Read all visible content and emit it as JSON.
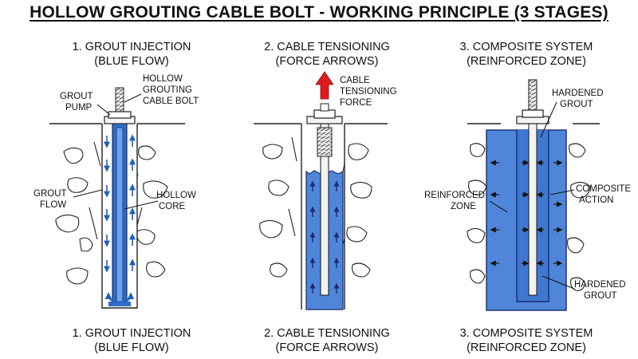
{
  "title": "HOLLOW GROUTING CABLE BOLT - WORKING PRINCIPLE (3 STAGES)",
  "colors": {
    "grout_blue": "#4f86d9",
    "flow_blue": "#1f5fbf",
    "tension_red": "#e01b1b",
    "line": "#222222"
  },
  "stages": [
    {
      "heading_line1": "1. GROUT INJECTION",
      "heading_line2": "(BLUE FLOW)",
      "caption_line1": "1. GROUT INJECTION",
      "caption_line2": "(BLUE FLOW)",
      "labels": {
        "bolt_line1": "HOLLOW",
        "bolt_line2": "GROUTING",
        "bolt_line3": "CABLE BOLT",
        "pump_line1": "GROUT",
        "pump_line2": "PUMP",
        "flow_line1": "GROUT",
        "flow_line2": "FLOW",
        "core_line1": "HOLLOW",
        "core_line2": "CORE"
      }
    },
    {
      "heading_line1": "2. CABLE TENSIONING",
      "heading_line2": "(FORCE ARROWS)",
      "caption_line1": "2. CABLE TENSIONING",
      "caption_line2": "(FORCE ARROWS)",
      "labels": {
        "force_line1": "CABLE",
        "force_line2": "TENSIONING",
        "force_line3": "FORCE"
      }
    },
    {
      "heading_line1": "3. COMPOSITE SYSTEM",
      "heading_line2": "(REINFORCED ZONE)",
      "caption_line1": "3. COMPOSITE SYSTEM",
      "caption_line2": "(REINFORCED ZONE)",
      "labels": {
        "top_grout_line1": "HARDENED",
        "top_grout_line2": "GROUT",
        "zone_line1": "REINFORCED",
        "zone_line2": "ZONE",
        "action_line1": "COMPOSITE",
        "action_line2": "ACTION",
        "bottom_grout_line1": "HARDENED",
        "bottom_grout_line2": "GROUT"
      }
    }
  ]
}
